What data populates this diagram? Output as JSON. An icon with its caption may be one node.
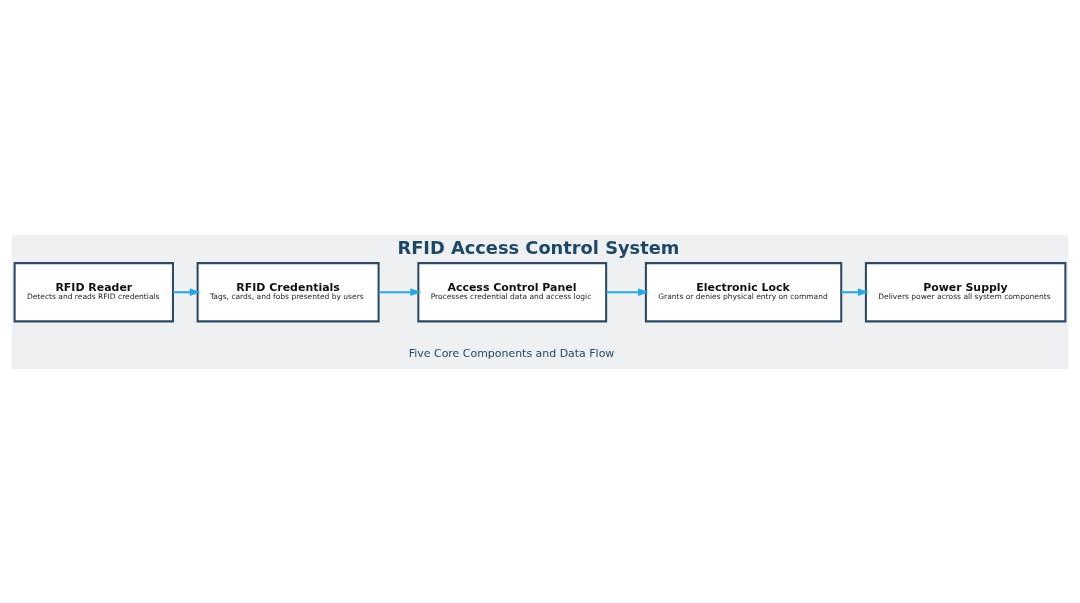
{
  "diagram": {
    "title": "RFID Access Control System",
    "nodes": [
      {
        "text": [
          "RFID Reader",
          "Detects and reads RFID credentials"
        ]
      },
      {
        "text": [
          "RFID Credentials",
          "Tags, cards, and fobs presented by users"
        ]
      },
      {
        "text": [
          "Access Control Panel",
          "Processes credential data and access logic"
        ]
      },
      {
        "text": [
          "Electronic Lock",
          "Grants or denies physical entry on command"
        ]
      },
      {
        "text": [
          "Power Supply",
          "Delivers power across all system components"
        ]
      }
    ],
    "edges": [
      {
        "from": 0,
        "to": 1,
        "arrow": "to"
      },
      {
        "from": 1,
        "to": 2,
        "arrow": "to"
      },
      {
        "from": 2,
        "to": 3,
        "arrow": "to"
      },
      {
        "from": 3,
        "to": 4,
        "arrow": "to"
      }
    ],
    "labels": [
      "Five Core Components and Data Flow"
    ]
  }
}
